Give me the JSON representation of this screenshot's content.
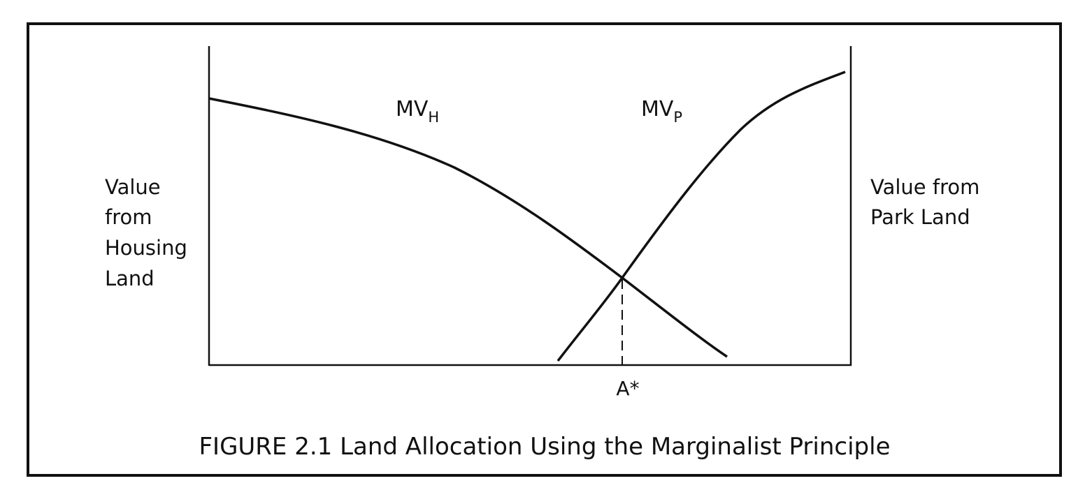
{
  "chart_data": {
    "type": "line",
    "caption": "FIGURE 2.1 Land Allocation Using the Marginalist Principle",
    "left_axis_label": [
      "Value",
      "from",
      "Housing",
      "Land"
    ],
    "right_axis_label": [
      "Value from",
      "Park Land"
    ],
    "x_tick_label": "A*",
    "series": [
      {
        "name": "MV",
        "subscript": "H",
        "color": "#111111"
      },
      {
        "name": "MV",
        "subscript": "P",
        "color": "#111111"
      }
    ],
    "grid": false
  }
}
